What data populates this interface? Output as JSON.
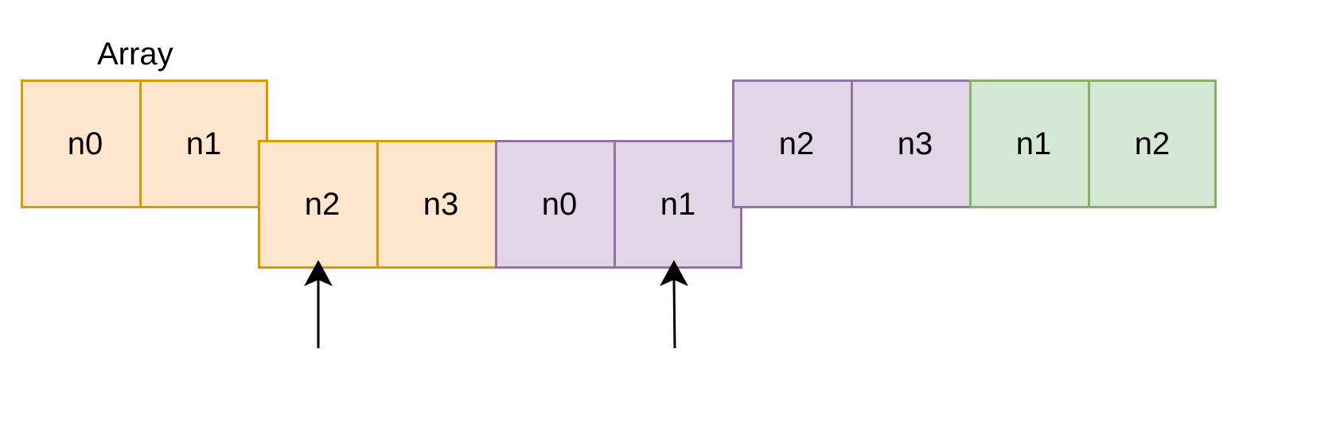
{
  "diagram": {
    "title": "Array",
    "colors": {
      "orange_fill": "#ffe6cc",
      "orange_stroke": "#d79b00",
      "purple_fill": "#e1d5e7",
      "purple_stroke": "#9673a6",
      "green_fill": "#d5e8d4",
      "green_stroke": "#82b366",
      "arrow": "#000000"
    },
    "cells": [
      {
        "label": "n0",
        "group": "orange"
      },
      {
        "label": "n1",
        "group": "orange"
      },
      {
        "label": "n2",
        "group": "orange"
      },
      {
        "label": "n3",
        "group": "orange"
      },
      {
        "label": "n0",
        "group": "purple"
      },
      {
        "label": "n1",
        "group": "purple"
      },
      {
        "label": "n2",
        "group": "purple"
      },
      {
        "label": "n3",
        "group": "purple"
      },
      {
        "label": "n1",
        "group": "green"
      },
      {
        "label": "n2",
        "group": "green"
      }
    ]
  }
}
